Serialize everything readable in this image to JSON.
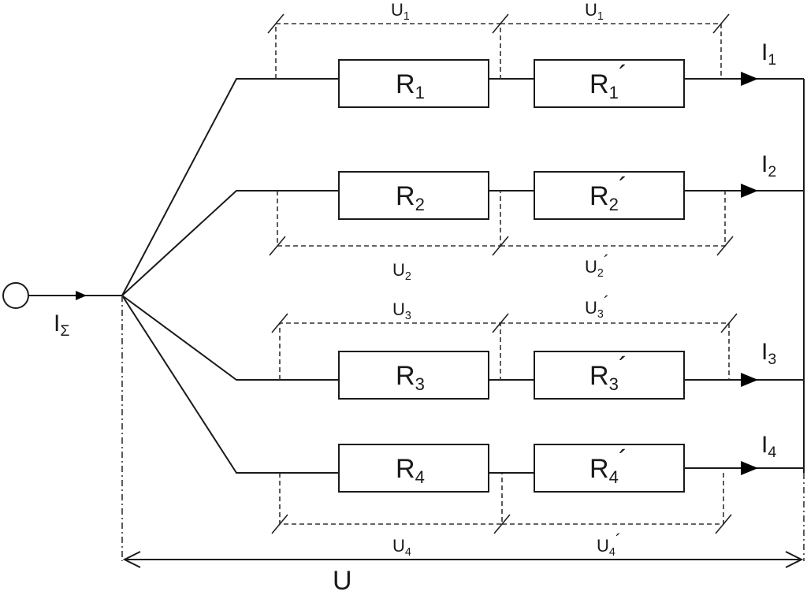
{
  "source": {
    "name": "source-node"
  },
  "total_current": {
    "main": "I",
    "sub": "Σ"
  },
  "total_voltage": "U",
  "branches": [
    {
      "current": {
        "main": "I",
        "sub": "1"
      },
      "r": {
        "main": "R",
        "sub": "1"
      },
      "r_prime": {
        "main": "R",
        "sub": "1",
        "prime": "´"
      },
      "u": {
        "main": "U",
        "sub": "1"
      },
      "u_prime": {
        "main": "U",
        "sub": "1",
        "prime": "´"
      }
    },
    {
      "current": {
        "main": "I",
        "sub": "2"
      },
      "r": {
        "main": "R",
        "sub": "2"
      },
      "r_prime": {
        "main": "R",
        "sub": "2",
        "prime": "´"
      },
      "u": {
        "main": "U",
        "sub": "2"
      },
      "u_prime": {
        "main": "U",
        "sub": "2",
        "prime": "´"
      }
    },
    {
      "current": {
        "main": "I",
        "sub": "3"
      },
      "r": {
        "main": "R",
        "sub": "3"
      },
      "r_prime": {
        "main": "R",
        "sub": "3",
        "prime": "´"
      },
      "u": {
        "main": "U",
        "sub": "3"
      },
      "u_prime": {
        "main": "U",
        "sub": "3",
        "prime": "´"
      }
    },
    {
      "current": {
        "main": "I",
        "sub": "4"
      },
      "r": {
        "main": "R",
        "sub": "4"
      },
      "r_prime": {
        "main": "R",
        "sub": "4",
        "prime": "´"
      },
      "u": {
        "main": "U",
        "sub": "4"
      },
      "u_prime": {
        "main": "U",
        "sub": "4",
        "prime": "´"
      }
    }
  ]
}
